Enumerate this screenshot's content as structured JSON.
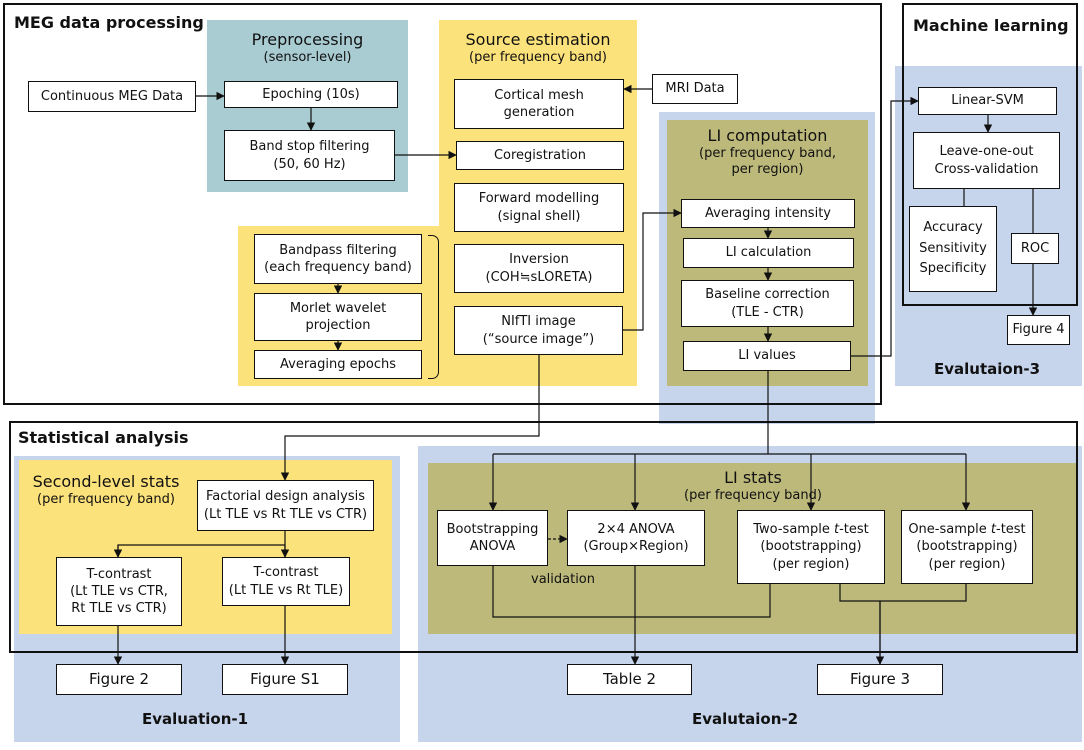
{
  "sections": {
    "meg": "MEG data processing",
    "ml": "Machine learning",
    "stat": "Statistical analysis"
  },
  "preprocessing": {
    "title": "Preprocessing",
    "subtitle": "(sensor-level)"
  },
  "source_estimation": {
    "title": "Source estimation",
    "subtitle": "(per frequency band)"
  },
  "li_computation": {
    "title": "LI computation",
    "subtitle_1": "(per frequency band,",
    "subtitle_2": "per region)"
  },
  "second_level": {
    "title": "Second-level stats",
    "subtitle": "(per frequency band)"
  },
  "li_stats": {
    "title": "LI stats",
    "subtitle": "(per frequency band)"
  },
  "evaluations": {
    "eval1": "Evaluation-1",
    "eval2": "Evalutaion-2",
    "eval3": "Evalutaion-3"
  },
  "boxes": {
    "continuous_meg": [
      "Continuous MEG Data"
    ],
    "epoching": [
      "Epoching (10s)"
    ],
    "band_stop": [
      "Band stop filtering",
      "(50, 60 Hz)"
    ],
    "mri": [
      "MRI Data"
    ],
    "cortical_mesh": [
      "Cortical mesh",
      "generation"
    ],
    "coregistration": [
      "Coregistration"
    ],
    "forward": [
      "Forward modelling",
      "(signal shell)"
    ],
    "inversion": [
      "Inversion",
      "(COH≒sLORETA)"
    ],
    "nifti": [
      "NIfTI image",
      "(“source image”)"
    ],
    "bandpass": [
      "Bandpass filtering",
      "(each frequency band)"
    ],
    "morlet": [
      "Morlet wavelet",
      "projection"
    ],
    "averaging_epochs": [
      "Averaging epochs"
    ],
    "averaging_intensity": [
      "Averaging intensity"
    ],
    "li_calc": [
      "LI calculation"
    ],
    "baseline": [
      "Baseline correction",
      "(TLE - CTR)"
    ],
    "li_values": [
      "LI values"
    ],
    "linear_svm": [
      "Linear-SVM"
    ],
    "loo": [
      "Leave-one-out",
      "Cross-validation"
    ],
    "metrics": [
      "Accuracy",
      "Sensitivity",
      "Specificity"
    ],
    "roc": [
      "ROC"
    ],
    "figure4": [
      "Figure 4"
    ],
    "factorial": [
      "Factorial design analysis",
      "(Lt TLE vs Rt TLE vs CTR)"
    ],
    "tcontrast1": [
      "T-contrast",
      "(Lt TLE vs CTR,",
      "Rt TLE vs CTR)"
    ],
    "tcontrast2": [
      "T-contrast",
      "(Lt TLE vs Rt TLE)"
    ],
    "bootstrap_anova": [
      "Bootstrapping",
      "ANOVA"
    ],
    "anova": [
      "2×4 ANOVA",
      "(Group×Region)"
    ],
    "two_sample": [
      "Two-sample t-test",
      "(bootstrapping)",
      "(per region)"
    ],
    "one_sample": [
      "One-sample t-test",
      "(bootstrapping)",
      "(per region)"
    ],
    "figure2": [
      "Figure 2"
    ],
    "figures1": [
      "Figure S1"
    ],
    "table2": [
      "Table 2"
    ],
    "figure3": [
      "Figure 3"
    ]
  },
  "validation_label": "validation"
}
